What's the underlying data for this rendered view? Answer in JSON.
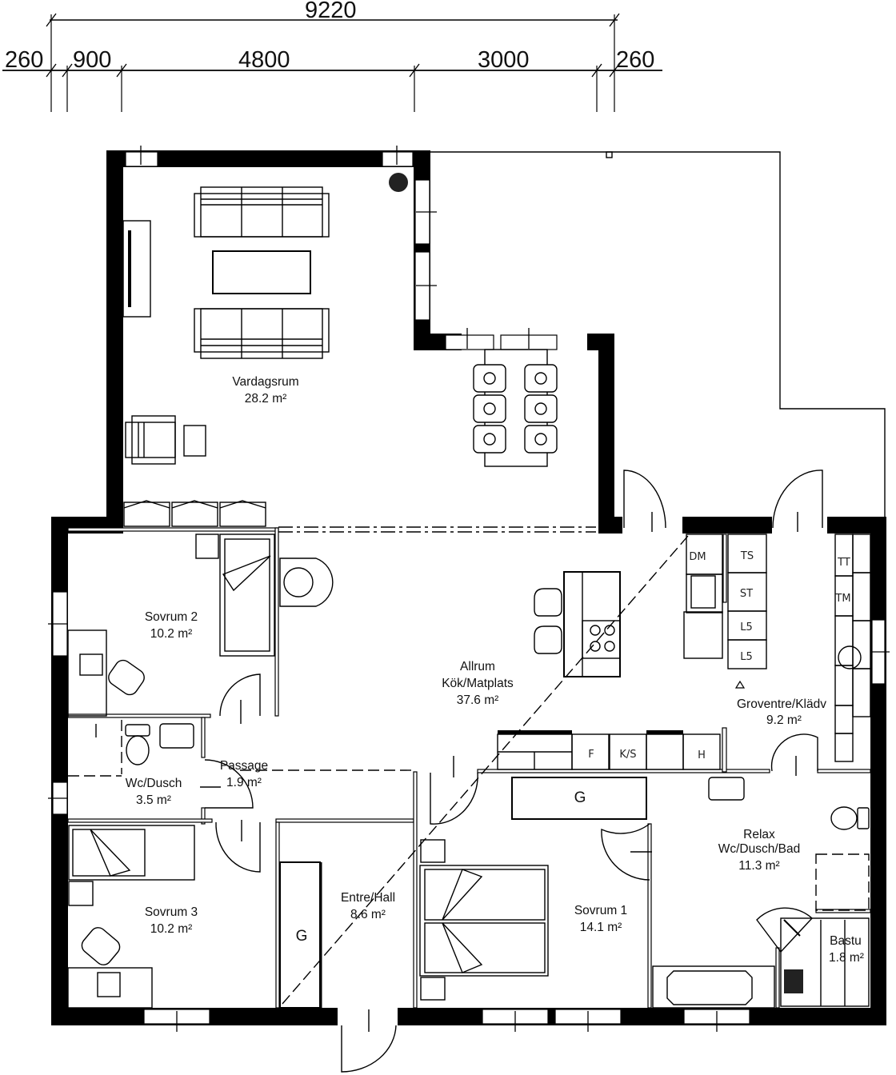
{
  "dimensions": {
    "total": "9220",
    "segments": [
      "260",
      "900",
      "4800",
      "3000",
      "260"
    ]
  },
  "rooms": {
    "vardagsrum": {
      "name": "Vardagsrum",
      "area": "28.2 m²"
    },
    "sovrum2": {
      "name": "Sovrum 2",
      "area": "10.2 m²"
    },
    "allrum": {
      "name": "Allrum",
      "name2": "Kök/Matplats",
      "area": "37.6 m²"
    },
    "groventre": {
      "name": "Groventre/Klädv",
      "area": "9.2 m²"
    },
    "wcdusch": {
      "name": "Wc/Dusch",
      "area": "3.5 m²"
    },
    "passage": {
      "name": "Passage",
      "area": "1.9 m²"
    },
    "sovrum3": {
      "name": "Sovrum 3",
      "area": "10.2 m²"
    },
    "entre": {
      "name": "Entre/Hall",
      "area": "8.6 m²"
    },
    "sovrum1": {
      "name": "Sovrum 1",
      "area": "14.1 m²"
    },
    "relax": {
      "name": "Relax",
      "name2": "Wc/Dusch/Bad",
      "area": "11.3 m²"
    },
    "bastu": {
      "name": "Bastu",
      "area": "1.8 m²"
    }
  },
  "appliances": {
    "dm": "DM",
    "ts": "TS",
    "st": "ST",
    "l5a": "L5",
    "l5b": "L5",
    "tt": "TT",
    "tm": "TM",
    "f": "F",
    "ks": "K/S",
    "h": "H",
    "g_sovrum1": "G",
    "g_entre": "G"
  }
}
